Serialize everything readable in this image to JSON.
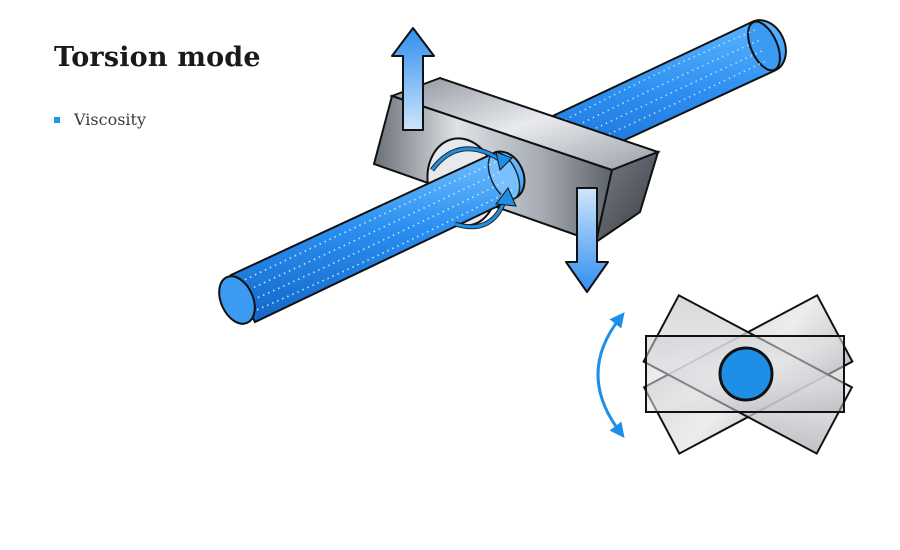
{
  "slide": {
    "title": "Torsion mode",
    "bullets": [
      {
        "label": "Viscosity"
      }
    ]
  },
  "diagram": {
    "elements": [
      "blue-cylinder-rod",
      "grey-block",
      "up-arrow",
      "down-arrow",
      "rotation-arrow",
      "oscillation-double-arrow",
      "rotated-rectangles",
      "rod-cross-section"
    ]
  },
  "colors": {
    "accent_blue": "#1e8fe6",
    "rod_blue": "#2d8fe8",
    "block_grey": "#b8bcc4",
    "arrow_fill_top": "#3c9cf0",
    "arrow_fill_bottom": "#c8e0f8",
    "outline": "#111111",
    "text_dark": "#1a1a1a",
    "text_body": "#3c3c3c"
  }
}
